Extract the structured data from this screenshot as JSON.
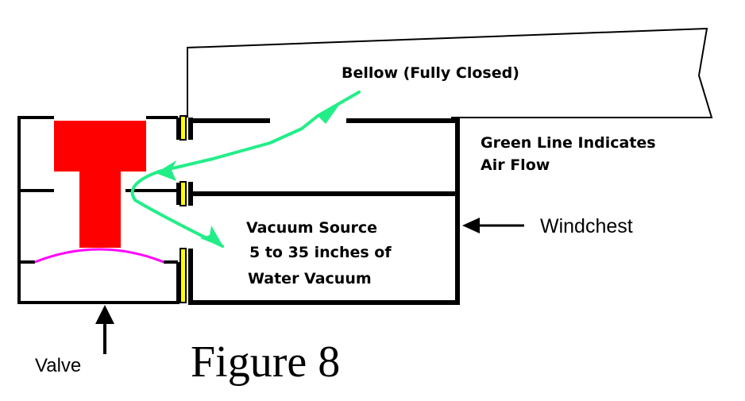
{
  "labels": {
    "bellow": "Bellow (Fully Closed)",
    "green_line_1": "Green Line Indicates",
    "green_line_2": "Air Flow",
    "windchest": "Windchest",
    "vacuum_1": "Vacuum Source",
    "vacuum_2": "5 to 35 inches of",
    "vacuum_3": "Water Vacuum",
    "valve": "Valve",
    "figure": "Figure 8"
  },
  "colors": {
    "outline": "#000000",
    "valve_body": "#ff0000",
    "diaphragm": "#ff00ff",
    "gasket": "#ffff00",
    "airflow": "#22ee88"
  }
}
